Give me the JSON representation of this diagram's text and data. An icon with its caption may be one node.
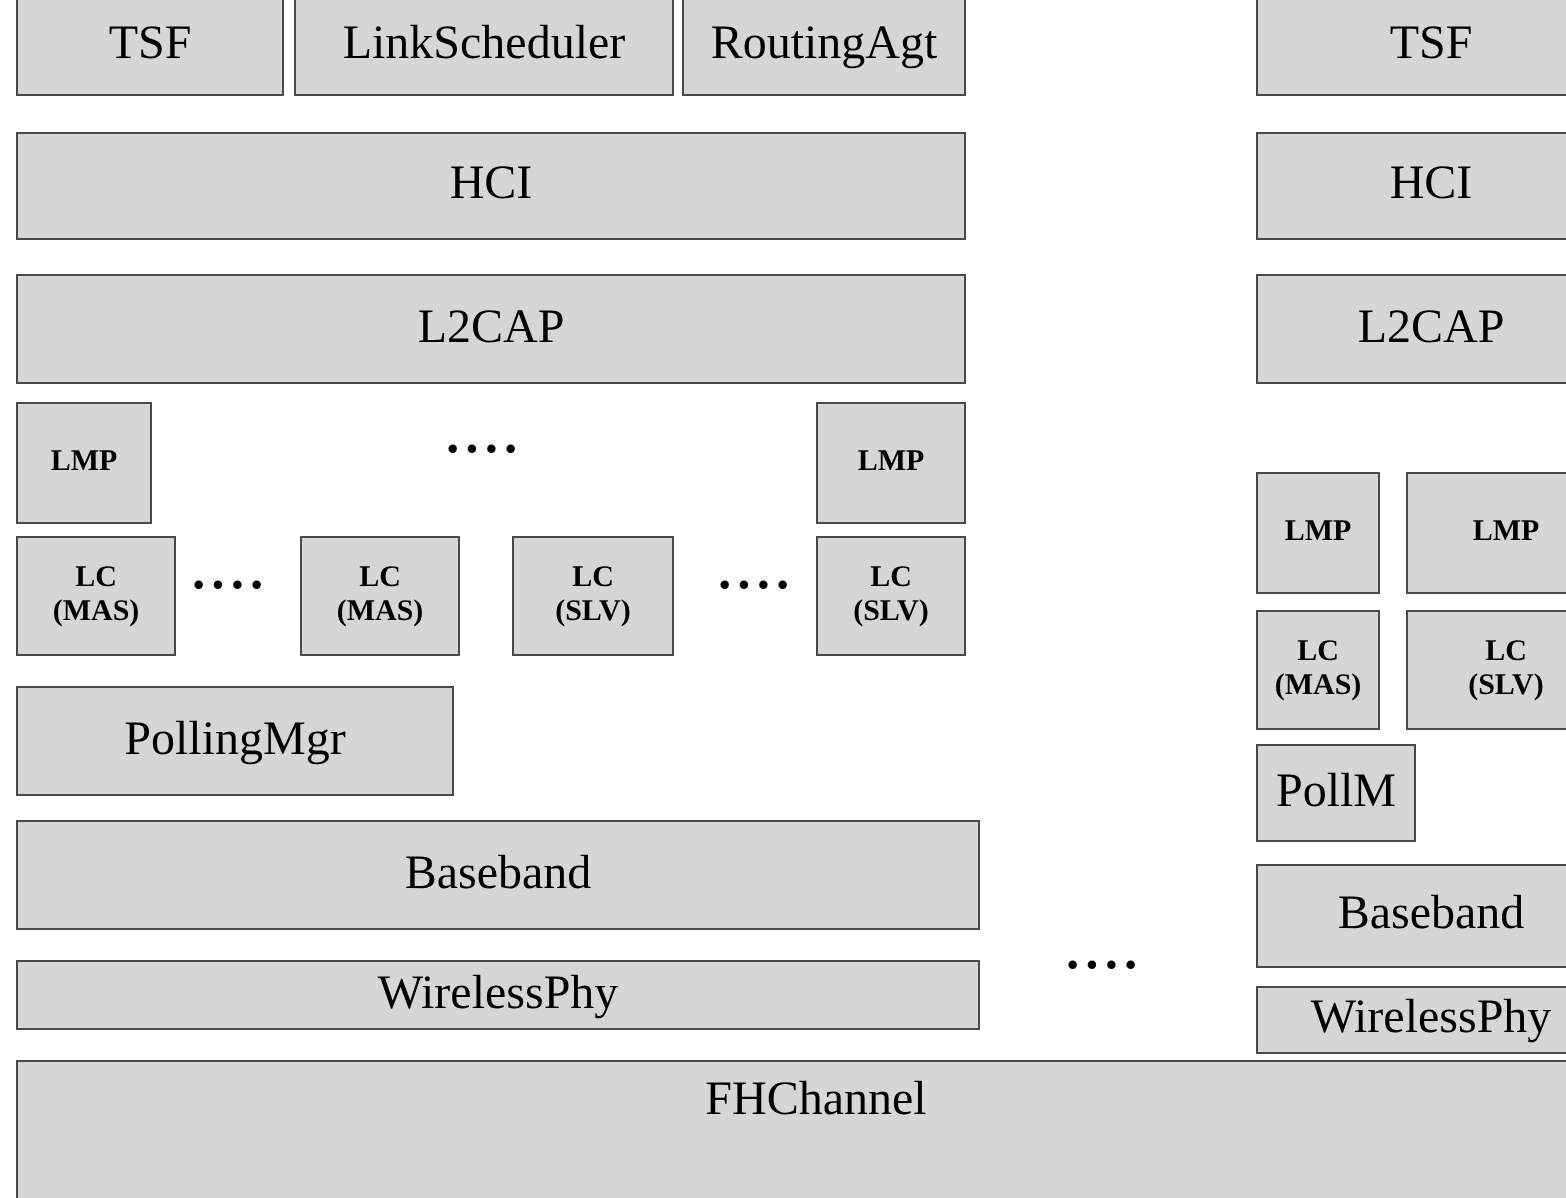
{
  "diagram": {
    "nodes": [
      {
        "text": [
          "TSF"
        ]
      },
      {
        "text": [
          "LinkScheduler"
        ]
      },
      {
        "text": [
          "RoutingAgt"
        ]
      },
      {
        "text": [
          "HCI"
        ]
      },
      {
        "text": [
          "L2CAP"
        ]
      },
      {
        "text": [
          "LMP"
        ]
      },
      {
        "text": [
          "LMP"
        ]
      },
      {
        "text": [
          "LC (MAS)"
        ]
      },
      {
        "text": [
          "LC (MAS)"
        ]
      },
      {
        "text": [
          "LC (SLV)"
        ]
      },
      {
        "text": [
          "LC (SLV)"
        ]
      },
      {
        "text": [
          "PollingMgr"
        ]
      },
      {
        "text": [
          "Baseband"
        ]
      },
      {
        "text": [
          "WirelessPhy"
        ]
      },
      {
        "text": [
          "TSF"
        ]
      },
      {
        "text": [
          "HCI"
        ]
      },
      {
        "text": [
          "L2CAP"
        ]
      },
      {
        "text": [
          "LMP"
        ]
      },
      {
        "text": [
          "LMP"
        ]
      },
      {
        "text": [
          "LC (MAS)"
        ]
      },
      {
        "text": [
          "LC (SLV)"
        ]
      },
      {
        "text": [
          "PollM"
        ]
      },
      {
        "text": [
          "Baseband"
        ]
      },
      {
        "text": [
          "WirelessPhy"
        ]
      },
      {
        "text": [
          "FHChannel"
        ]
      }
    ],
    "edges": [],
    "labels": [
      "····",
      "····",
      "····",
      "····"
    ]
  }
}
